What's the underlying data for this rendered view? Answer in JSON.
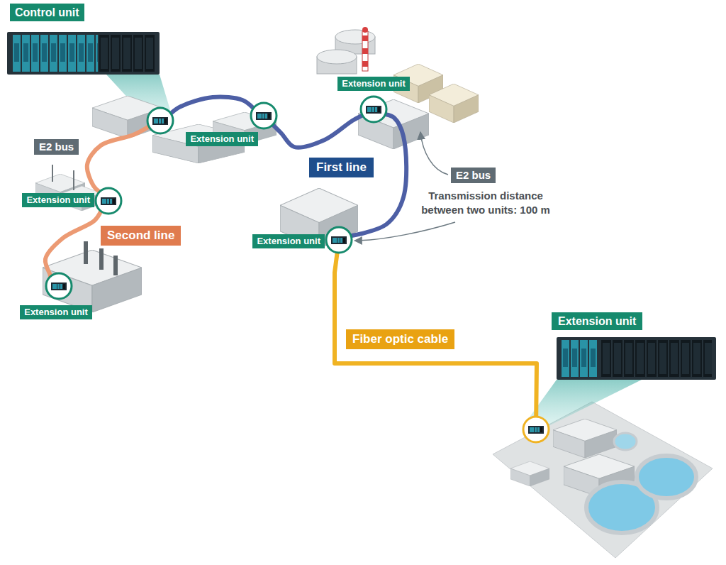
{
  "diagram": {
    "nodes": [
      {
        "text": [
          "Control unit"
        ]
      },
      {
        "text": [
          "E2 bus"
        ]
      },
      {
        "text": [
          "Extension unit"
        ]
      },
      {
        "text": [
          "Extension unit"
        ]
      },
      {
        "text": [
          "First line"
        ]
      },
      {
        "text": [
          "E2 bus"
        ]
      },
      {
        "text": [
          "Extension unit"
        ]
      },
      {
        "text": [
          "Second line"
        ]
      },
      {
        "text": [
          "Extension unit"
        ]
      },
      {
        "text": [
          "Extension unit"
        ]
      },
      {
        "text": [
          "Fiber optic cable"
        ]
      },
      {
        "text": [
          "Extension unit"
        ]
      }
    ],
    "edges": [
      {
        "from": 0,
        "to": 2,
        "arrow": "none"
      },
      {
        "from": 2,
        "to": 3,
        "arrow": "none"
      },
      {
        "from": 3,
        "to": 8,
        "arrow": "none"
      },
      {
        "from": 8,
        "to": 11,
        "arrow": "none"
      },
      {
        "from": 0,
        "to": 6,
        "arrow": "none"
      },
      {
        "from": 6,
        "to": 9,
        "arrow": "none"
      }
    ],
    "labels": [
      "Transmission distance between two units: 100 m"
    ]
  }
}
